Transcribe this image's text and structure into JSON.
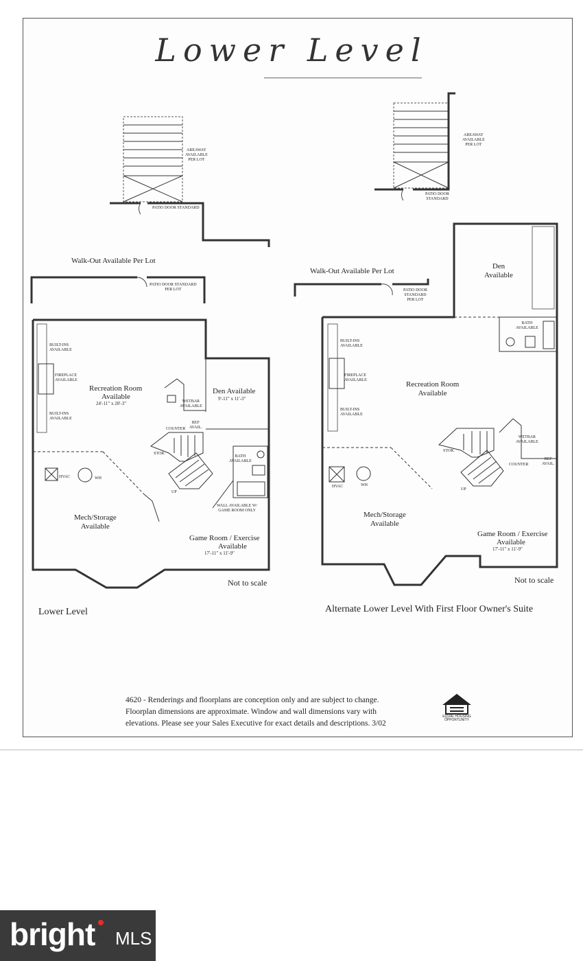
{
  "page_title": "Lower Level",
  "left_plan": {
    "areaway": "AREAWAY\nAVAILABLE\nPER LOT",
    "patio_door_top": "PATIO DOOR STANDARD",
    "walkout": "Walk-Out Available Per Lot",
    "patio_door_walkout": "PATIO DOOR STANDARD\nPER LOT",
    "builtins_1": "BUILT-INS\nAVAILABLE",
    "fireplace": "FIREPLACE\nAVAILABLE",
    "builtins_2": "BUILT-INS\nAVAILABLE",
    "recreation_room": "Recreation Room",
    "recreation_room_avail": "Available",
    "recreation_room_dim": "24'-11\" x 20'-3\"",
    "den": "Den Available",
    "den_dim": "9'-11\" x 11'-3\"",
    "wetbar": "WETBAR\nAVAILABLE",
    "counter": "COUNTER",
    "ref": "REF\nAVAIL.",
    "stor": "STOR.",
    "bath": "BATH\nAVAILABLE",
    "hvac": "HVAC",
    "wh": "WH",
    "up": "UP",
    "wall_note": "WALL AVAILABLE W/\nGAME ROOM ONLY",
    "mech": "Mech/Storage\nAvailable",
    "game_room": "Game Room / Exercise",
    "game_room_avail": "Available",
    "game_room_dim": "17'-11\" x 11'-9\"",
    "not_to_scale": "Not to scale",
    "caption": "Lower Level"
  },
  "right_plan": {
    "areaway": "AREAWAY\nAVAILABLE\nPER LOT",
    "patio_door_top": "PATIO DOOR\nSTANDARD",
    "walkout": "Walk-Out Available Per Lot",
    "patio_door_walkout": "PATIO DOOR\nSTANDARD\nPER LOT",
    "den": "Den\nAvailable",
    "bath": "BATH\nAVAILABLE",
    "builtins_1": "BUILT-INS\nAVAILABLE",
    "fireplace": "FIREPLACE\nAVAILABLE",
    "builtins_2": "BUILT-INS\nAVAILABLE",
    "recreation_room": "Recreation Room\nAvailable",
    "stor": "STOR.",
    "wetbar": "WETBAR\nAVAILABLE",
    "counter": "COUNTER",
    "ref": "REF\nAVAIL.",
    "hvac": "HVAC",
    "wh": "WH",
    "up": "UP",
    "mech": "Mech/Storage\nAvailable",
    "game_room": "Game Room / Exercise",
    "game_room_avail": "Available",
    "game_room_dim": "17'-11\" x 11'-9\"",
    "not_to_scale": "Not to scale",
    "caption": "Alternate Lower Level With First Floor Owner's Suite"
  },
  "disclaimer": {
    "line1": "4620 - Renderings and floorplans are conception only and are subject to change.",
    "line2": "Floorplan dimensions are approximate. Window and wall dimensions vary with",
    "line3": "elevations. Please see your Sales Executive for exact details and descriptions. 3/02"
  },
  "eho_label": "EQUAL HOUSING\nOPPORTUNITY",
  "watermark": {
    "brand": "bright",
    "suffix": "MLS",
    "dot_color": "#e2302b"
  }
}
